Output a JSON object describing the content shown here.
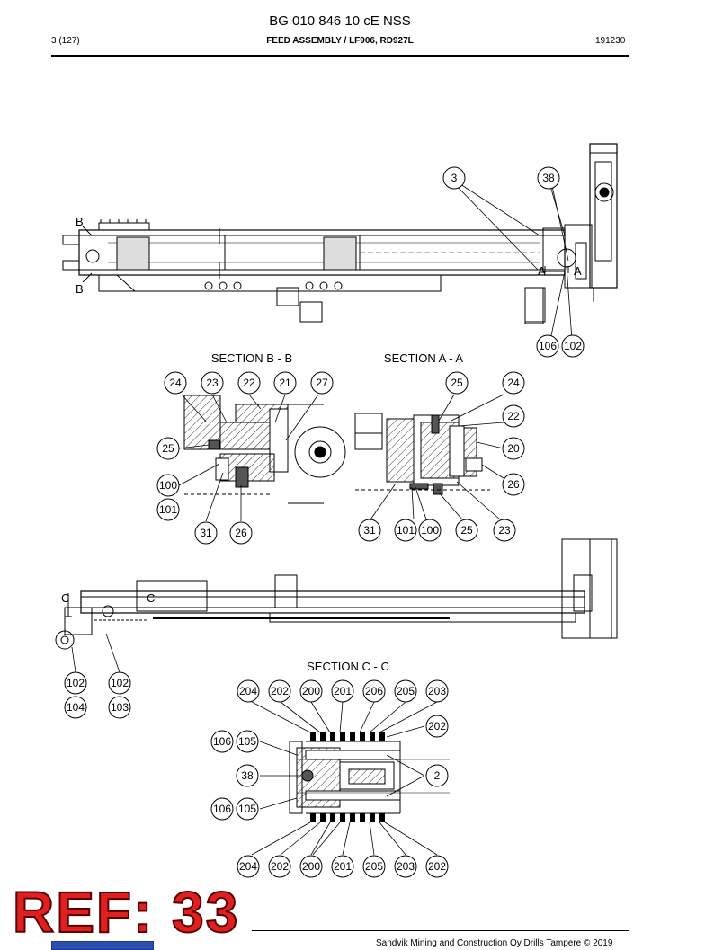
{
  "header": {
    "doc_number": "BG 010 846 10 cE NSS",
    "page": "3 (127)",
    "title": "FEED ASSEMBLY / LF906, RD927L",
    "date": "191230"
  },
  "sections": {
    "bb": "SECTION B - B",
    "aa": "SECTION A - A",
    "cc": "SECTION C - C"
  },
  "section_markers": {
    "b": "B",
    "a": "A",
    "c": "C"
  },
  "callouts": {
    "top": [
      "3",
      "38",
      "106",
      "102"
    ],
    "section_bb": [
      "24",
      "23",
      "22",
      "21",
      "27",
      "25",
      "100",
      "101",
      "31",
      "26"
    ],
    "section_aa": [
      "25",
      "24",
      "22",
      "20",
      "26",
      "31",
      "101",
      "100",
      "25",
      "23"
    ],
    "middle": [
      "102",
      "102",
      "104",
      "103"
    ],
    "section_cc": [
      "204",
      "202",
      "200",
      "201",
      "206",
      "205",
      "203",
      "202",
      "106",
      "105",
      "38",
      "2",
      "106",
      "105",
      "204",
      "202",
      "200",
      "201",
      "205",
      "203",
      "202"
    ]
  },
  "stamp": "REF: 33",
  "footer": "Sandvik Mining and Construction Oy Drills Tampere © 2019"
}
